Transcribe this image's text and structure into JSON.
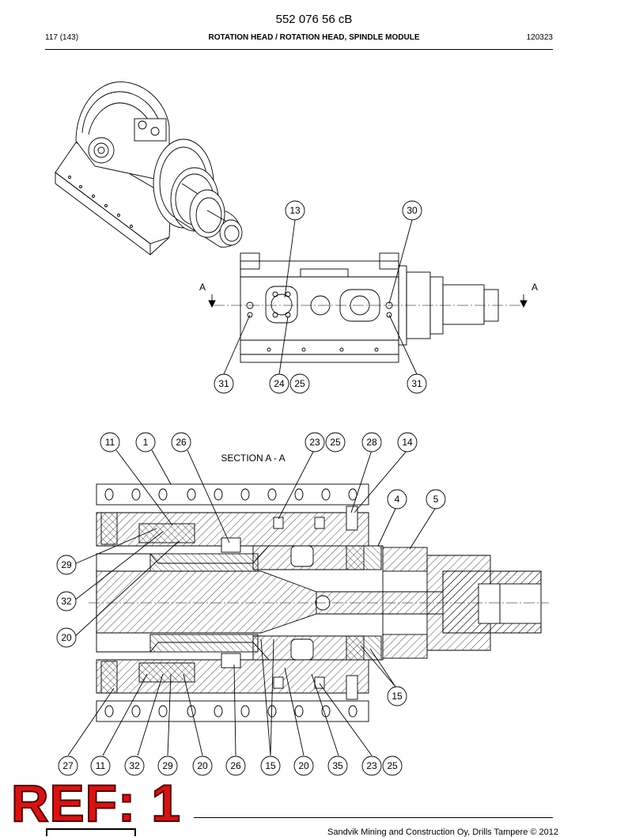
{
  "header": {
    "doc_number": "552 076 56 cB",
    "page": "117 (143)",
    "title": "ROTATION HEAD / ROTATION HEAD, SPINDLE MODULE",
    "date_code": "120323"
  },
  "side_view": {
    "section_marker_left": "A",
    "section_marker_right": "A",
    "callouts": [
      "13",
      "30",
      "31",
      "24",
      "25",
      "31"
    ]
  },
  "section_view": {
    "title": "SECTION A - A",
    "top_callouts": [
      "11",
      "1",
      "26",
      "23",
      "25",
      "28",
      "14"
    ],
    "right_callouts": [
      "4",
      "5",
      "15"
    ],
    "left_callouts": [
      "29",
      "32",
      "20"
    ],
    "bottom_callouts": [
      "27",
      "11",
      "32",
      "29",
      "20",
      "26",
      "15",
      "20",
      "35",
      "23",
      "25"
    ]
  },
  "stamp": {
    "text": "REF: 1"
  },
  "footer": {
    "copyright": "Sandvik Mining and Construction Oy, Drills Tampere © 2012"
  }
}
